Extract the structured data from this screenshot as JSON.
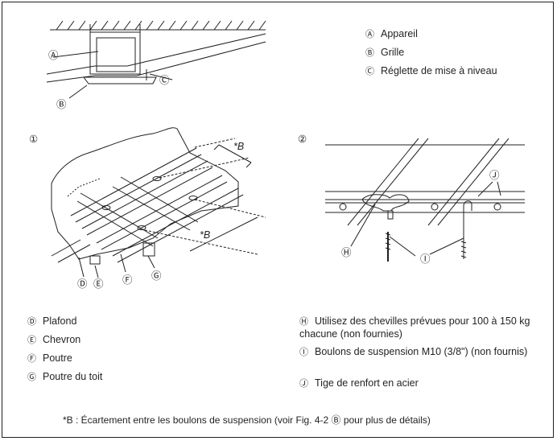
{
  "top_legend": [
    {
      "mark": "Ⓐ",
      "text": "Appareil"
    },
    {
      "mark": "Ⓑ",
      "text": "Grille"
    },
    {
      "mark": "Ⓒ",
      "text": "Réglette de mise à niveau"
    }
  ],
  "top_labels": {
    "a": "Ⓐ",
    "b": "Ⓑ",
    "c": "Ⓒ"
  },
  "fig1": {
    "number": "①",
    "dim_label_top": "*B",
    "dim_label_bottom": "*B",
    "callouts": {
      "d": "Ⓓ",
      "e": "Ⓔ",
      "f": "Ⓕ",
      "g": "Ⓖ"
    }
  },
  "fig2": {
    "number": "②",
    "callouts": {
      "h": "Ⓗ",
      "i": "Ⓘ",
      "j": "Ⓙ"
    }
  },
  "legend_left": [
    {
      "mark": "Ⓓ",
      "text": "Plafond"
    },
    {
      "mark": "Ⓔ",
      "text": "Chevron"
    },
    {
      "mark": "Ⓕ",
      "text": "Poutre"
    },
    {
      "mark": "Ⓖ",
      "text": "Poutre du toit"
    }
  ],
  "legend_right": [
    {
      "mark": "Ⓗ",
      "text": "Utilisez des chevilles prévues pour 100 à 150 kg chacune (non fournies)"
    },
    {
      "mark": "Ⓘ",
      "text": "Boulons de suspension M10 (3/8\") (non fournis)"
    },
    {
      "mark": "Ⓙ",
      "text": "Tige de renfort en acier"
    }
  ],
  "footnote": "*B : Écartement entre les boulons de suspension (voir Fig. 4-2 Ⓑ pour plus de détails)",
  "colors": {
    "ink": "#231f20",
    "background": "#ffffff"
  }
}
